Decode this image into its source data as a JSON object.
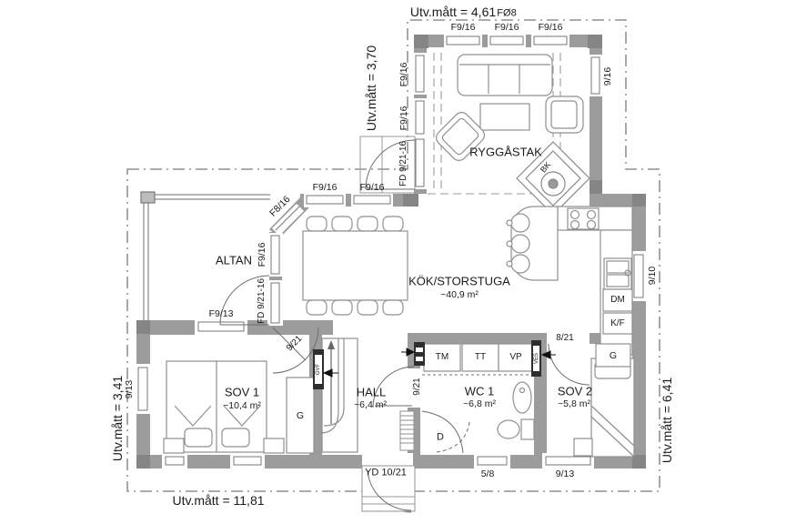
{
  "dimensions": {
    "top": "Utv.mått = 4,61",
    "gable_window": "FØ8",
    "wing_left": "Utv.mått = 3,70",
    "left": "Utv.mått = 3,41",
    "right": "Utv.mått = 6,41",
    "bottom": "Utv.mått = 11,81"
  },
  "rooms": {
    "livingroom": {
      "name": "RYGGÅSTAK"
    },
    "kitchen": {
      "name": "KÖK/STORSTUGA",
      "area": "~40,9 m²"
    },
    "terrace": {
      "name": "ALTAN"
    },
    "bedroom1": {
      "name": "SOV 1",
      "area": "~10,4 m²"
    },
    "hall": {
      "name": "HALL",
      "area": "~6,4 m²"
    },
    "wc": {
      "name": "WC 1",
      "area": "~6,8 m²"
    },
    "bedroom2": {
      "name": "SOV 2",
      "area": "~5,8 m²"
    }
  },
  "windows": {
    "wing_top_1": "F9/16",
    "wing_top_2": "F9/16",
    "wing_top_3": "F9/16",
    "wing_left_1": "F9/16",
    "wing_left_2": "F9/16",
    "wing_right": "9/16",
    "main_top_1": "F9/16",
    "main_top_2": "F9/16",
    "diagonal": "F8/16",
    "terrace_east": "F9/16",
    "terrace_south": "F9/13",
    "bedroom1_west": "9/13",
    "kitchen_east": "9/10",
    "wc_south": "5/8",
    "bedroom2_south": "9/13"
  },
  "doors": {
    "wing_french": "FD 9/21-16",
    "terrace_french": "FD 9/21-16",
    "entry": "YD 10/21",
    "bedroom1": "9/21",
    "wc": "9/21",
    "bedroom2": "8/21",
    "shower": "D"
  },
  "fixtures": {
    "fireplace": "BK",
    "dishwasher": "DM",
    "fridge_freezer": "K/F",
    "wardrobe_bedroom1": "G",
    "wardrobe_bedroom2": "G",
    "washing_machine": "TM",
    "dryer": "TT",
    "heat_pump": "VP",
    "vent_hall": "GVF",
    "vent_wc": "VES"
  }
}
